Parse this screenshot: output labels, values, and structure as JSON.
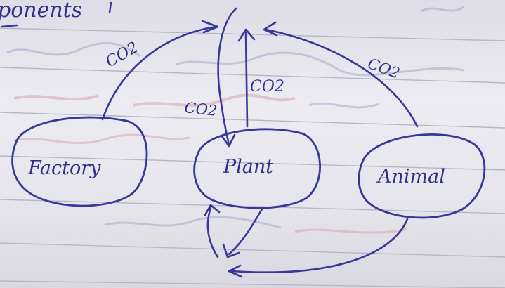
{
  "heading_fragment": "ponents",
  "nodes": {
    "factory": "Factory",
    "plant": "Plant",
    "animal": "Animal"
  },
  "arrow_labels": {
    "factory_to_top": "CO2",
    "plant_down": "CO2",
    "plant_up": "CO2",
    "animal_to_top": "CO2"
  },
  "colors": {
    "ink": "#38379a",
    "paper": "#e9e8ee",
    "rule_line": "#b7b6c8",
    "margin_line": "#c9a9b8",
    "bleed_red": "#d9a3ae",
    "bleed_blue": "#a8a8cf"
  }
}
